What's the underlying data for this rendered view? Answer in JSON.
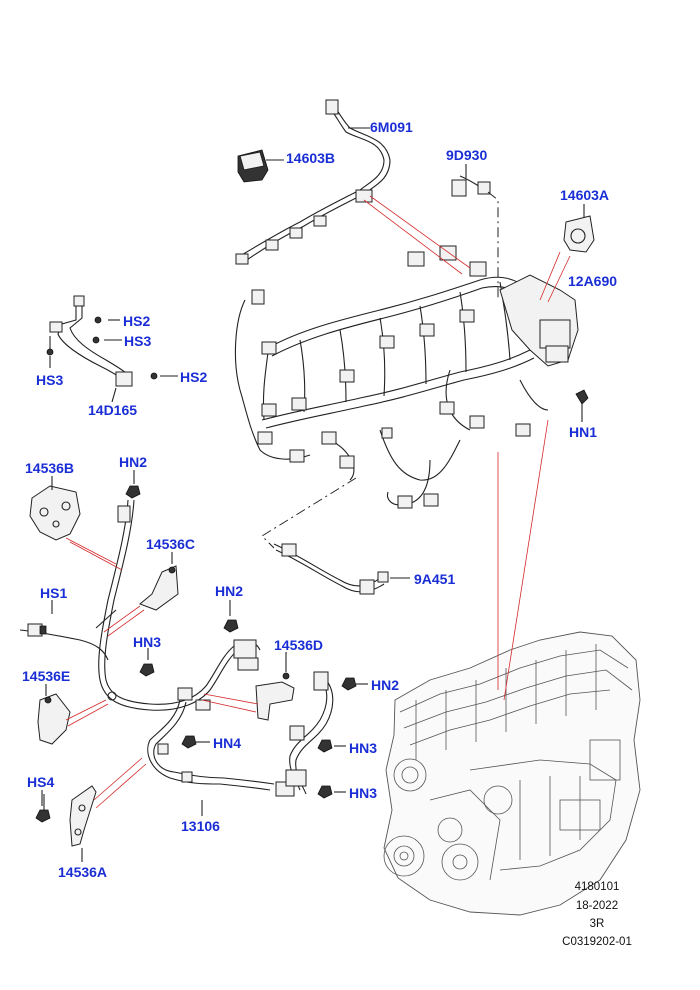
{
  "labels": {
    "l_6M091": "6M091",
    "l_14603B": "14603B",
    "l_9D930": "9D930",
    "l_14603A": "14603A",
    "l_12A690": "12A690",
    "l_HN1": "HN1",
    "l_HS2_a": "HS2",
    "l_HS3_a": "HS3",
    "l_HS3_b": "HS3",
    "l_HS2_b": "HS2",
    "l_14D165": "14D165",
    "l_14536B": "14536B",
    "l_HN2_a": "HN2",
    "l_14536C": "14536C",
    "l_HS1": "HS1",
    "l_HN2_b": "HN2",
    "l_HN3_a": "HN3",
    "l_14536D": "14536D",
    "l_9A451": "9A451",
    "l_14536E": "14536E",
    "l_HN2_c": "HN2",
    "l_HN4": "HN4",
    "l_HN3_b": "HN3",
    "l_HN3_c": "HN3",
    "l_HS4": "HS4",
    "l_13106": "13106",
    "l_14536A": "14536A"
  },
  "reference": {
    "line1": "4180101",
    "line2": "18-2022",
    "line3": "3R",
    "line4": "C0319202-01"
  },
  "colors": {
    "label": "#1a2ed6",
    "leader": "#d42a2a",
    "linework": "#222222"
  }
}
